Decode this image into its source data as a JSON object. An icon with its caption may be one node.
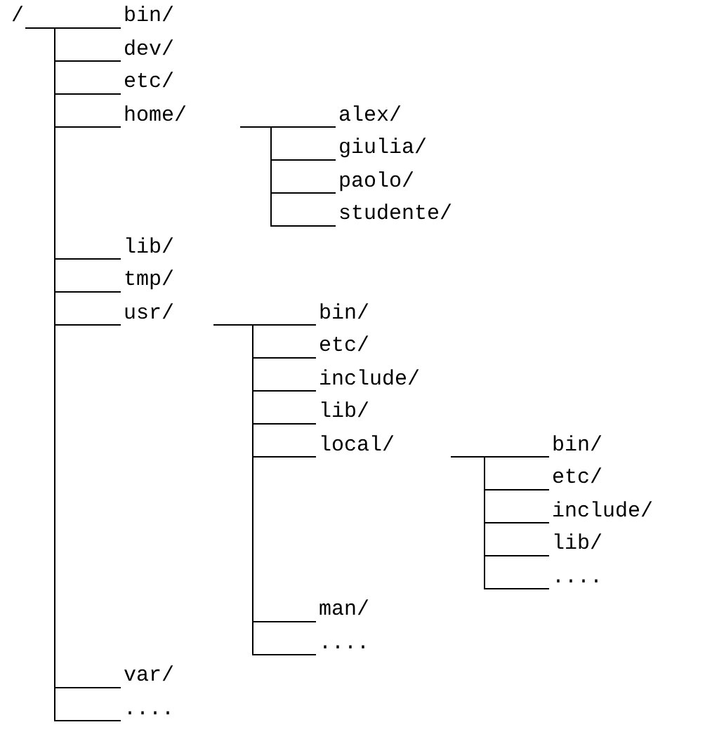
{
  "diagram": {
    "nodes": [
      {
        "text": [
          "/"
        ]
      },
      {
        "text": [
          "bin/"
        ]
      },
      {
        "text": [
          "dev/"
        ]
      },
      {
        "text": [
          "etc/"
        ]
      },
      {
        "text": [
          "home/"
        ]
      },
      {
        "text": [
          "alex/"
        ]
      },
      {
        "text": [
          "giulia/"
        ]
      },
      {
        "text": [
          "paolo/"
        ]
      },
      {
        "text": [
          "studente/"
        ]
      },
      {
        "text": [
          "lib/"
        ]
      },
      {
        "text": [
          "tmp/"
        ]
      },
      {
        "text": [
          "usr/"
        ]
      },
      {
        "text": [
          "bin/"
        ]
      },
      {
        "text": [
          "etc/"
        ]
      },
      {
        "text": [
          "include/"
        ]
      },
      {
        "text": [
          "lib/"
        ]
      },
      {
        "text": [
          "local/"
        ]
      },
      {
        "text": [
          "bin/"
        ]
      },
      {
        "text": [
          "etc/"
        ]
      },
      {
        "text": [
          "include/"
        ]
      },
      {
        "text": [
          "lib/"
        ]
      },
      {
        "text": [
          "...."
        ]
      },
      {
        "text": [
          "man/"
        ]
      },
      {
        "text": [
          "...."
        ]
      },
      {
        "text": [
          "var/"
        ]
      },
      {
        "text": [
          "...."
        ]
      }
    ],
    "edges": [
      {
        "from": 0,
        "to": 1,
        "arrow": "none"
      },
      {
        "from": 0,
        "to": 2,
        "arrow": "none"
      },
      {
        "from": 0,
        "to": 3,
        "arrow": "none"
      },
      {
        "from": 0,
        "to": 4,
        "arrow": "none"
      },
      {
        "from": 4,
        "to": 5,
        "arrow": "none"
      },
      {
        "from": 4,
        "to": 6,
        "arrow": "none"
      },
      {
        "from": 4,
        "to": 7,
        "arrow": "none"
      },
      {
        "from": 4,
        "to": 8,
        "arrow": "none"
      },
      {
        "from": 0,
        "to": 9,
        "arrow": "none"
      },
      {
        "from": 0,
        "to": 10,
        "arrow": "none"
      },
      {
        "from": 0,
        "to": 11,
        "arrow": "none"
      },
      {
        "from": 11,
        "to": 12,
        "arrow": "none"
      },
      {
        "from": 11,
        "to": 13,
        "arrow": "none"
      },
      {
        "from": 11,
        "to": 14,
        "arrow": "none"
      },
      {
        "from": 11,
        "to": 15,
        "arrow": "none"
      },
      {
        "from": 11,
        "to": 16,
        "arrow": "none"
      },
      {
        "from": 16,
        "to": 17,
        "arrow": "none"
      },
      {
        "from": 16,
        "to": 18,
        "arrow": "none"
      },
      {
        "from": 16,
        "to": 19,
        "arrow": "none"
      },
      {
        "from": 16,
        "to": 20,
        "arrow": "none"
      },
      {
        "from": 16,
        "to": 21,
        "arrow": "none"
      },
      {
        "from": 11,
        "to": 22,
        "arrow": "none"
      },
      {
        "from": 11,
        "to": 23,
        "arrow": "none"
      },
      {
        "from": 0,
        "to": 24,
        "arrow": "none"
      },
      {
        "from": 0,
        "to": 25,
        "arrow": "none"
      }
    ]
  }
}
